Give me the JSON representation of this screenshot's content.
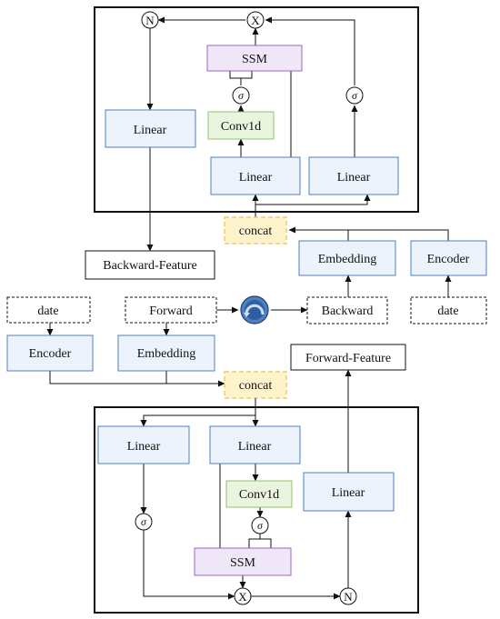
{
  "top_block": {
    "ssm": "SSM",
    "conv1d": "Conv1d",
    "linear_main": "Linear",
    "linear_side": "Linear",
    "linear_out": "Linear",
    "sigma_conv": "σ",
    "sigma_side": "σ",
    "norm": "N",
    "mult": "X"
  },
  "top_concat": "concat",
  "backward_feature": "Backward-Feature",
  "backward_embedding": "Embedding",
  "backward_encoder": "Encoder",
  "backward_date": "date",
  "backward": "Backward",
  "forward": "Forward",
  "forward_date": "date",
  "forward_encoder": "Encoder",
  "forward_embedding": "Embedding",
  "forward_feature": "Forward-Feature",
  "bottom_concat": "concat",
  "bottom_block": {
    "linear_left": "Linear",
    "linear_main": "Linear",
    "linear_out": "Linear",
    "conv1d": "Conv1d",
    "ssm": "SSM",
    "sigma_conv": "σ",
    "sigma_left": "σ",
    "norm": "N",
    "mult": "X"
  },
  "colors": {
    "linear_fill": "#edf3fc",
    "linear_stroke": "#4f7fc3",
    "ssm_fill": "#efe6f7",
    "ssm_stroke": "#9b66c6",
    "conv_fill": "#e9f5df",
    "conv_stroke": "#91c46b",
    "concat_fill": "#fff3cc",
    "concat_stroke": "#f0c040",
    "flip_icon": "#2e5f9e"
  }
}
